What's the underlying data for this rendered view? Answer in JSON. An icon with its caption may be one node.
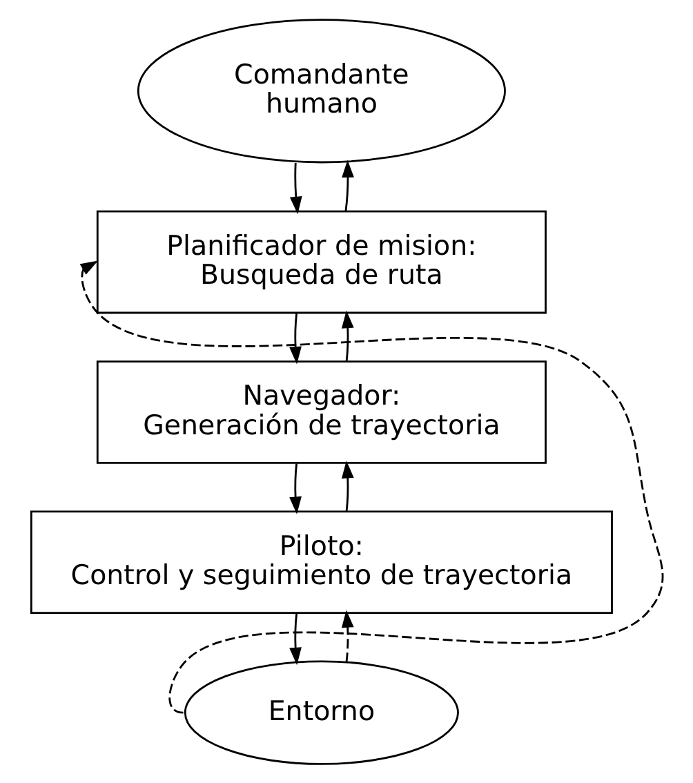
{
  "diagram": {
    "nodes": [
      {
        "text": [
          "Comandante humano"
        ]
      },
      {
        "text": [
          "Planificador de mision: Busqueda de ruta"
        ]
      },
      {
        "text": [
          "Navegador: Generación de trayectoria"
        ]
      },
      {
        "text": [
          "Piloto: Control y seguimiento de trayectoria"
        ]
      },
      {
        "text": [
          "Entorno"
        ]
      }
    ],
    "edges": [
      {
        "from": 0,
        "to": 1,
        "arrow": "to"
      },
      {
        "from": 1,
        "to": 0,
        "arrow": "to"
      },
      {
        "from": 1,
        "to": 2,
        "arrow": "to"
      },
      {
        "from": 2,
        "to": 1,
        "arrow": "to"
      },
      {
        "from": 2,
        "to": 3,
        "arrow": "to"
      },
      {
        "from": 3,
        "to": 2,
        "arrow": "to"
      },
      {
        "from": 3,
        "to": 4,
        "arrow": "to"
      },
      {
        "from": 4,
        "to": 3,
        "arrow": "to",
        "style": "dashed"
      },
      {
        "from": 4,
        "to": 1,
        "arrow": "to",
        "style": "dashed"
      }
    ]
  }
}
